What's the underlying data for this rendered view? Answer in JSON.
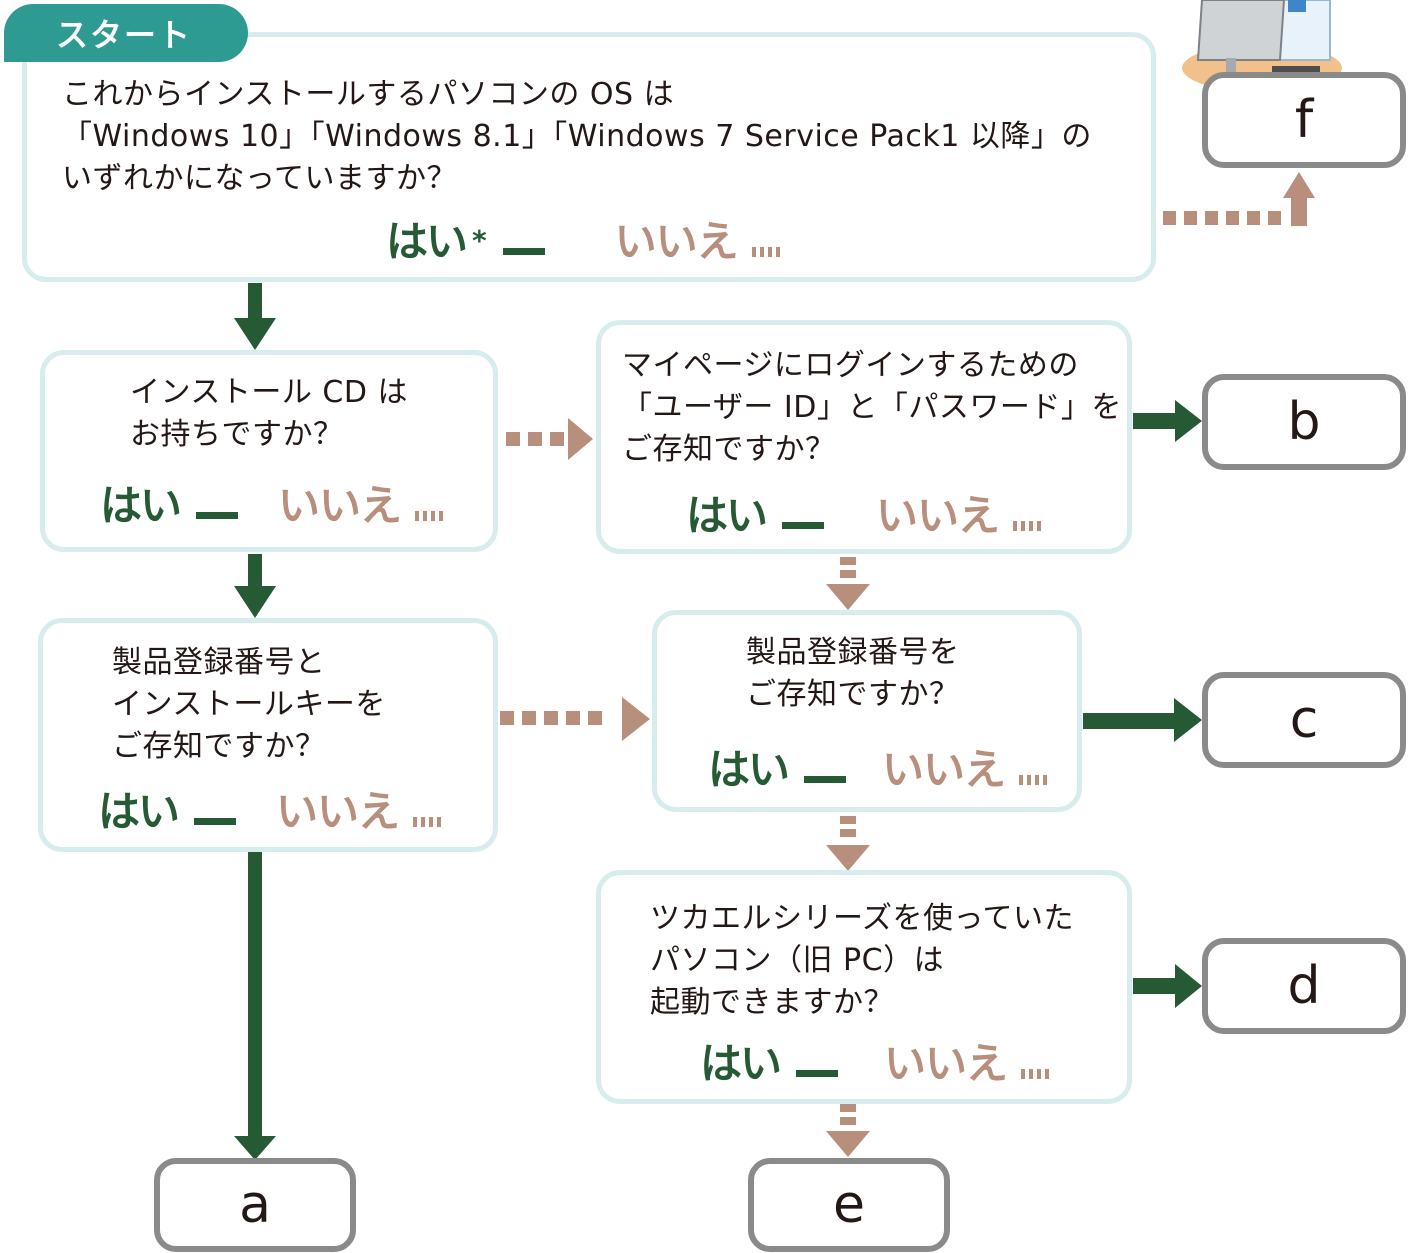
{
  "start_label": "スタート",
  "answer_labels": {
    "yes": "はい",
    "no": "いいえ",
    "yes_star": "*"
  },
  "questions": {
    "os": "これからインストールするパソコンの OS は\n「Windows 10」「Windows 8.1」「Windows 7 Service Pack1 以降」の\nいずれかになっていますか？",
    "install_cd": "インストール CD は\nお持ちですか？",
    "user_id": "マイページにログインするための\n「ユーザー ID」と「パスワード」を\nご存知ですか？",
    "reg_and_key": "製品登録番号と\nインストールキーを\nご存知ですか？",
    "reg_number": "製品登録番号を\nご存知ですか？",
    "old_pc": "ツカエルシリーズを使っていた\nパソコン（旧 PC）は\n起動できますか？"
  },
  "results": {
    "a": "a",
    "b": "b",
    "c": "c",
    "d": "d",
    "e": "e",
    "f": "f"
  },
  "colors": {
    "yes": "#255a35",
    "no": "#b88e7c",
    "box_border": "#d7ecec",
    "start_tab": "#2e9b93",
    "result_border": "#8a8a8a"
  }
}
